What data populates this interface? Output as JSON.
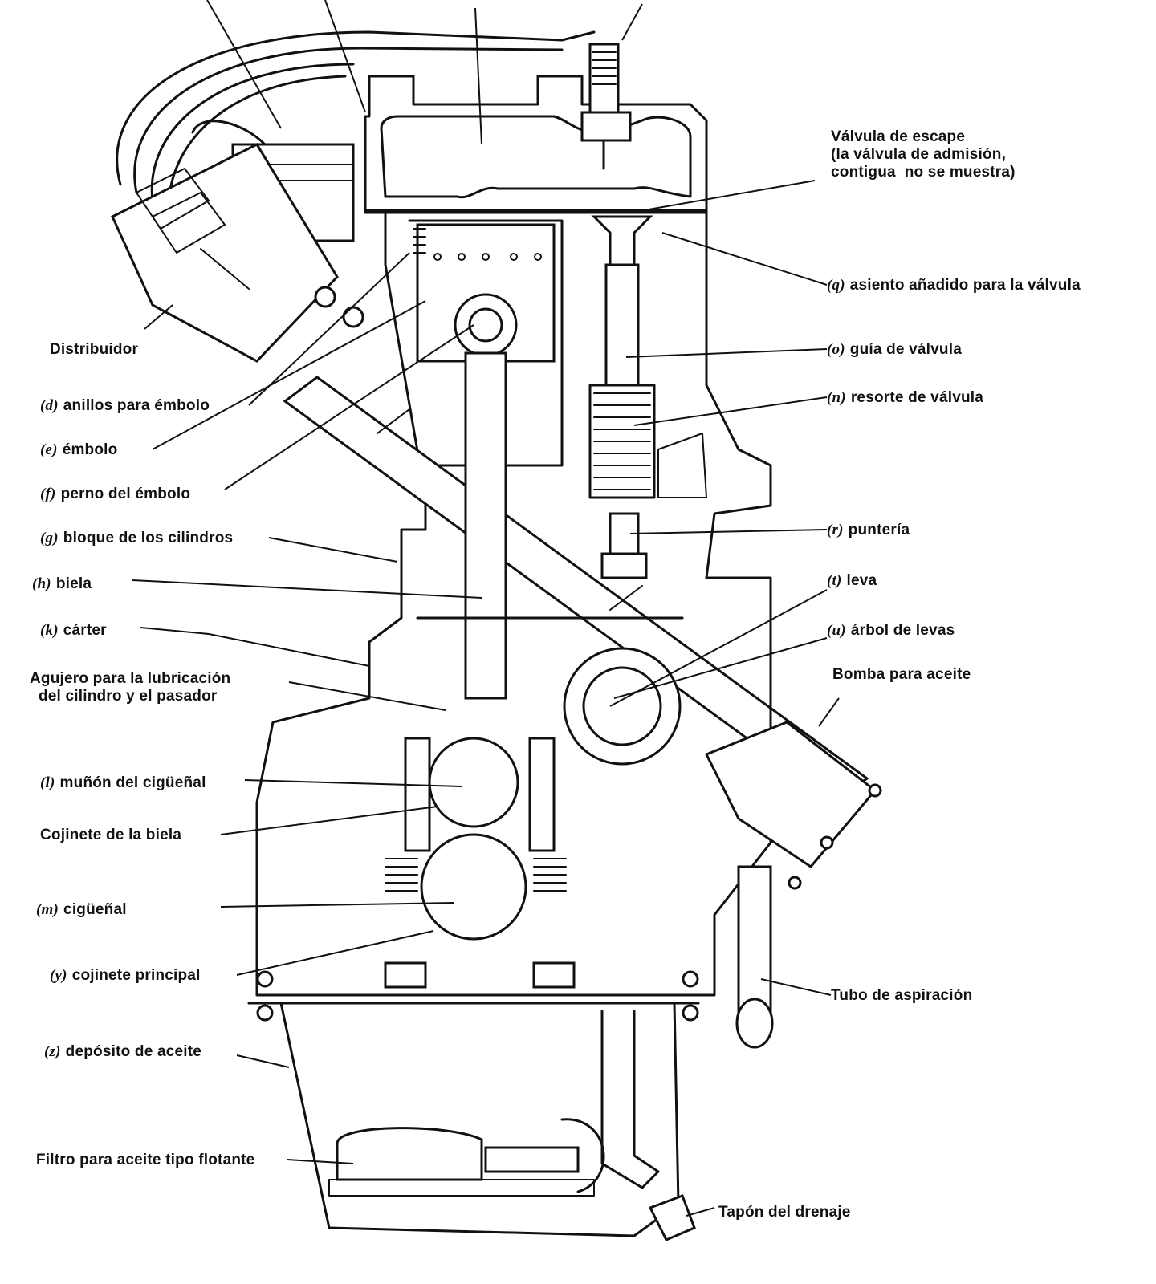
{
  "labels": {
    "valvula_escape": "Válvula de escape\n(la válvula de admisión,\ncontigua  no se muestra)",
    "q": {
      "key": "(q)",
      "text": "asiento añadido para la válvula"
    },
    "o": {
      "key": "(o)",
      "text": "guía de válvula"
    },
    "n": {
      "key": "(n)",
      "text": "resorte de válvula"
    },
    "r": {
      "key": "(r)",
      "text": "puntería"
    },
    "t": {
      "key": "(t)",
      "text": "leva"
    },
    "u": {
      "key": "(u)",
      "text": "árbol de levas"
    },
    "bomba": "Bomba para aceite",
    "tubo": "Tubo de aspiración",
    "tapon": "Tapón del drenaje",
    "distribuidor": "Distribuidor",
    "d": {
      "key": "(d)",
      "text": "anillos para émbolo"
    },
    "e": {
      "key": "(e)",
      "text": "émbolo"
    },
    "f": {
      "key": "(f)",
      "text": "perno del émbolo"
    },
    "g": {
      "key": "(g)",
      "text": "bloque de los cilindros"
    },
    "h": {
      "key": "(h)",
      "text": "biela"
    },
    "k": {
      "key": "(k)",
      "text": "cárter"
    },
    "agujero": "Agujero para la lubricación\n  del cilindro y el pasador",
    "l": {
      "key": "(l)",
      "text": "muñón del cigüeñal"
    },
    "cojinete_biela": "Cojinete de la biela",
    "m": {
      "key": "(m)",
      "text": "cigüeñal"
    },
    "y": {
      "key": "(y)",
      "text": "cojinete principal"
    },
    "z": {
      "key": "(z)",
      "text": "depósito de aceite"
    },
    "filtro": "Filtro para aceite tipo flotante"
  }
}
